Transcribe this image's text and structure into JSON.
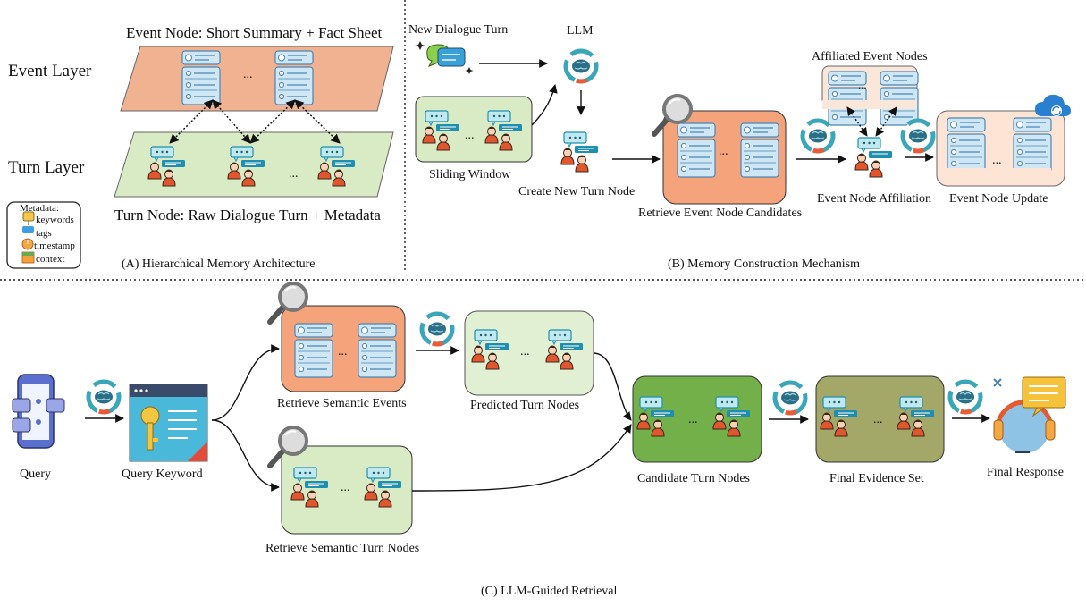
{
  "colors": {
    "event_fill": "#f0b291",
    "turn_fill": "#d8ebc4",
    "event_card_fill": "#f4a37b",
    "candidate_fill": "#73b04a",
    "evidence_fill": "#a3a868",
    "update_fill": "#fde4d4",
    "affil_fill": "#fbe6da",
    "bubble": "#bfe9ef",
    "bubble_line": "#1f8fb0",
    "person_shirt": "#e2562e",
    "brain_ring": "#e85c3a",
    "brain_blue": "#3aa6b9"
  },
  "panel_a": {
    "event_layer_label": "Event Layer",
    "turn_layer_label": "Turn Layer",
    "event_node_caption": "Event Node: Short Summary + Fact Sheet",
    "turn_node_caption": "Turn Node: Raw Dialogue Turn + Metadata",
    "ellipsis": "...",
    "metadata": {
      "title": "Metadata:",
      "items": [
        "keywords",
        "tags",
        "timestamp",
        "context"
      ]
    },
    "caption": "(A) Hierarchical Memory Architecture"
  },
  "panel_b": {
    "new_dialogue_turn": "New Dialogue Turn",
    "llm": "LLM",
    "sliding_window": "Sliding Window",
    "create_new_turn_node": "Create New Turn Node",
    "retrieve_event_node_candidates": "Retrieve Event Node Candidates",
    "affiliated_event_nodes": "Affiliated Event Nodes",
    "event_node_affiliation": "Event Node Affiliation",
    "event_node_update": "Event Node Update",
    "caption": "(B) Memory Construction Mechanism"
  },
  "panel_c": {
    "query": "Query",
    "query_keyword": "Query Keyword",
    "retrieve_semantic_events": "Retrieve Semantic Events",
    "predicted_turn_nodes": "Predicted Turn Nodes",
    "retrieve_semantic_turn_nodes": "Retrieve Semantic Turn Nodes",
    "candidate_turn_nodes": "Candidate Turn Nodes",
    "final_evidence_set": "Final Evidence Set",
    "final_response": "Final Response",
    "caption": "(C) LLM-Guided Retrieval"
  }
}
